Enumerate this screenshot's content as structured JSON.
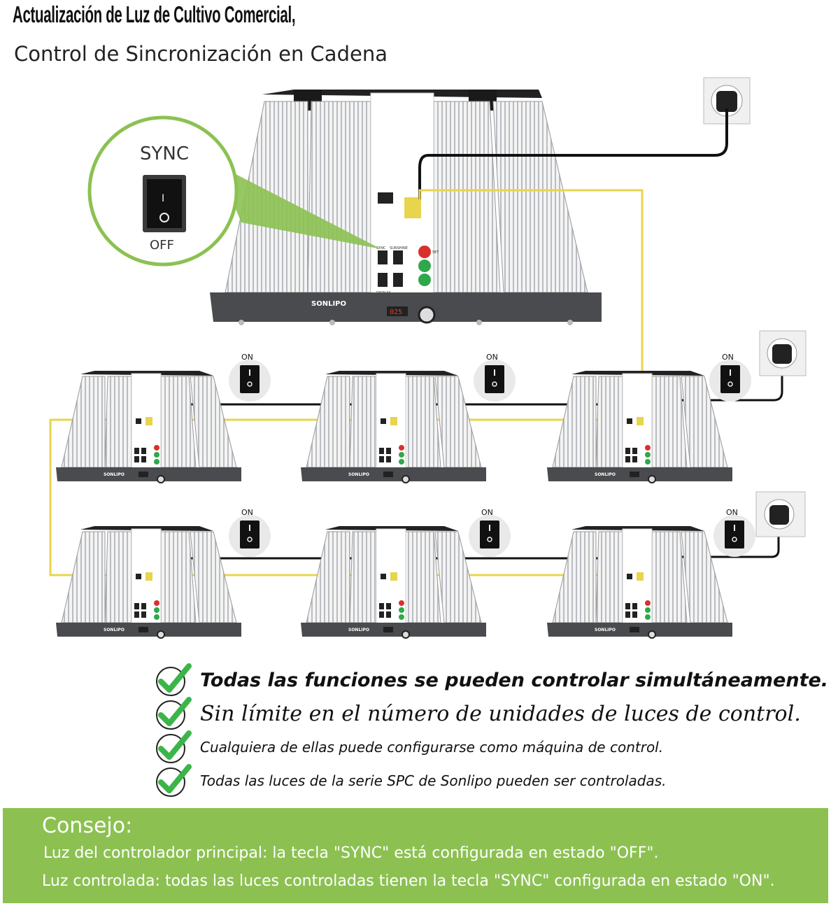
{
  "header": {
    "title": "Actualización de Luz de Cultivo Comercial,",
    "subtitle": "Control de Sincronización en Cadena"
  },
  "diagram": {
    "main_switch": {
      "label": "SYNC",
      "on_mark": "I",
      "off_mark": "O",
      "state_label": "OFF"
    },
    "brand": "SONLIPO",
    "panel_labels": {
      "sync": "SYNC",
      "sunshine": "SUNSHINE",
      "display": "DISPLAY",
      "set": "SET",
      "on": "ON",
      "off": "OFF"
    },
    "display_value": "025",
    "slave_switch_label": "ON",
    "colors": {
      "cable_yellow": "#e8d44d",
      "cable_black": "#111111",
      "accent_green": "#8cc152",
      "fixture_gray": "#4a4b4f"
    }
  },
  "features": [
    "Todas las funciones se pueden controlar simultáneamente.",
    "Sin límite en el número de unidades de luces de control.",
    "Cualquiera de ellas puede configurarse como máquina de control.",
    "Todas las luces de la serie SPC de Sonlipo pueden ser controladas."
  ],
  "tip": {
    "title": "Consejo:",
    "line1": "Luz del controlador principal: la tecla \"SYNC\" está configurada en estado \"OFF\".",
    "line2": "Luz controlada: todas las luces controladas tienen la tecla \"SYNC\" configurada en estado \"ON\"."
  }
}
